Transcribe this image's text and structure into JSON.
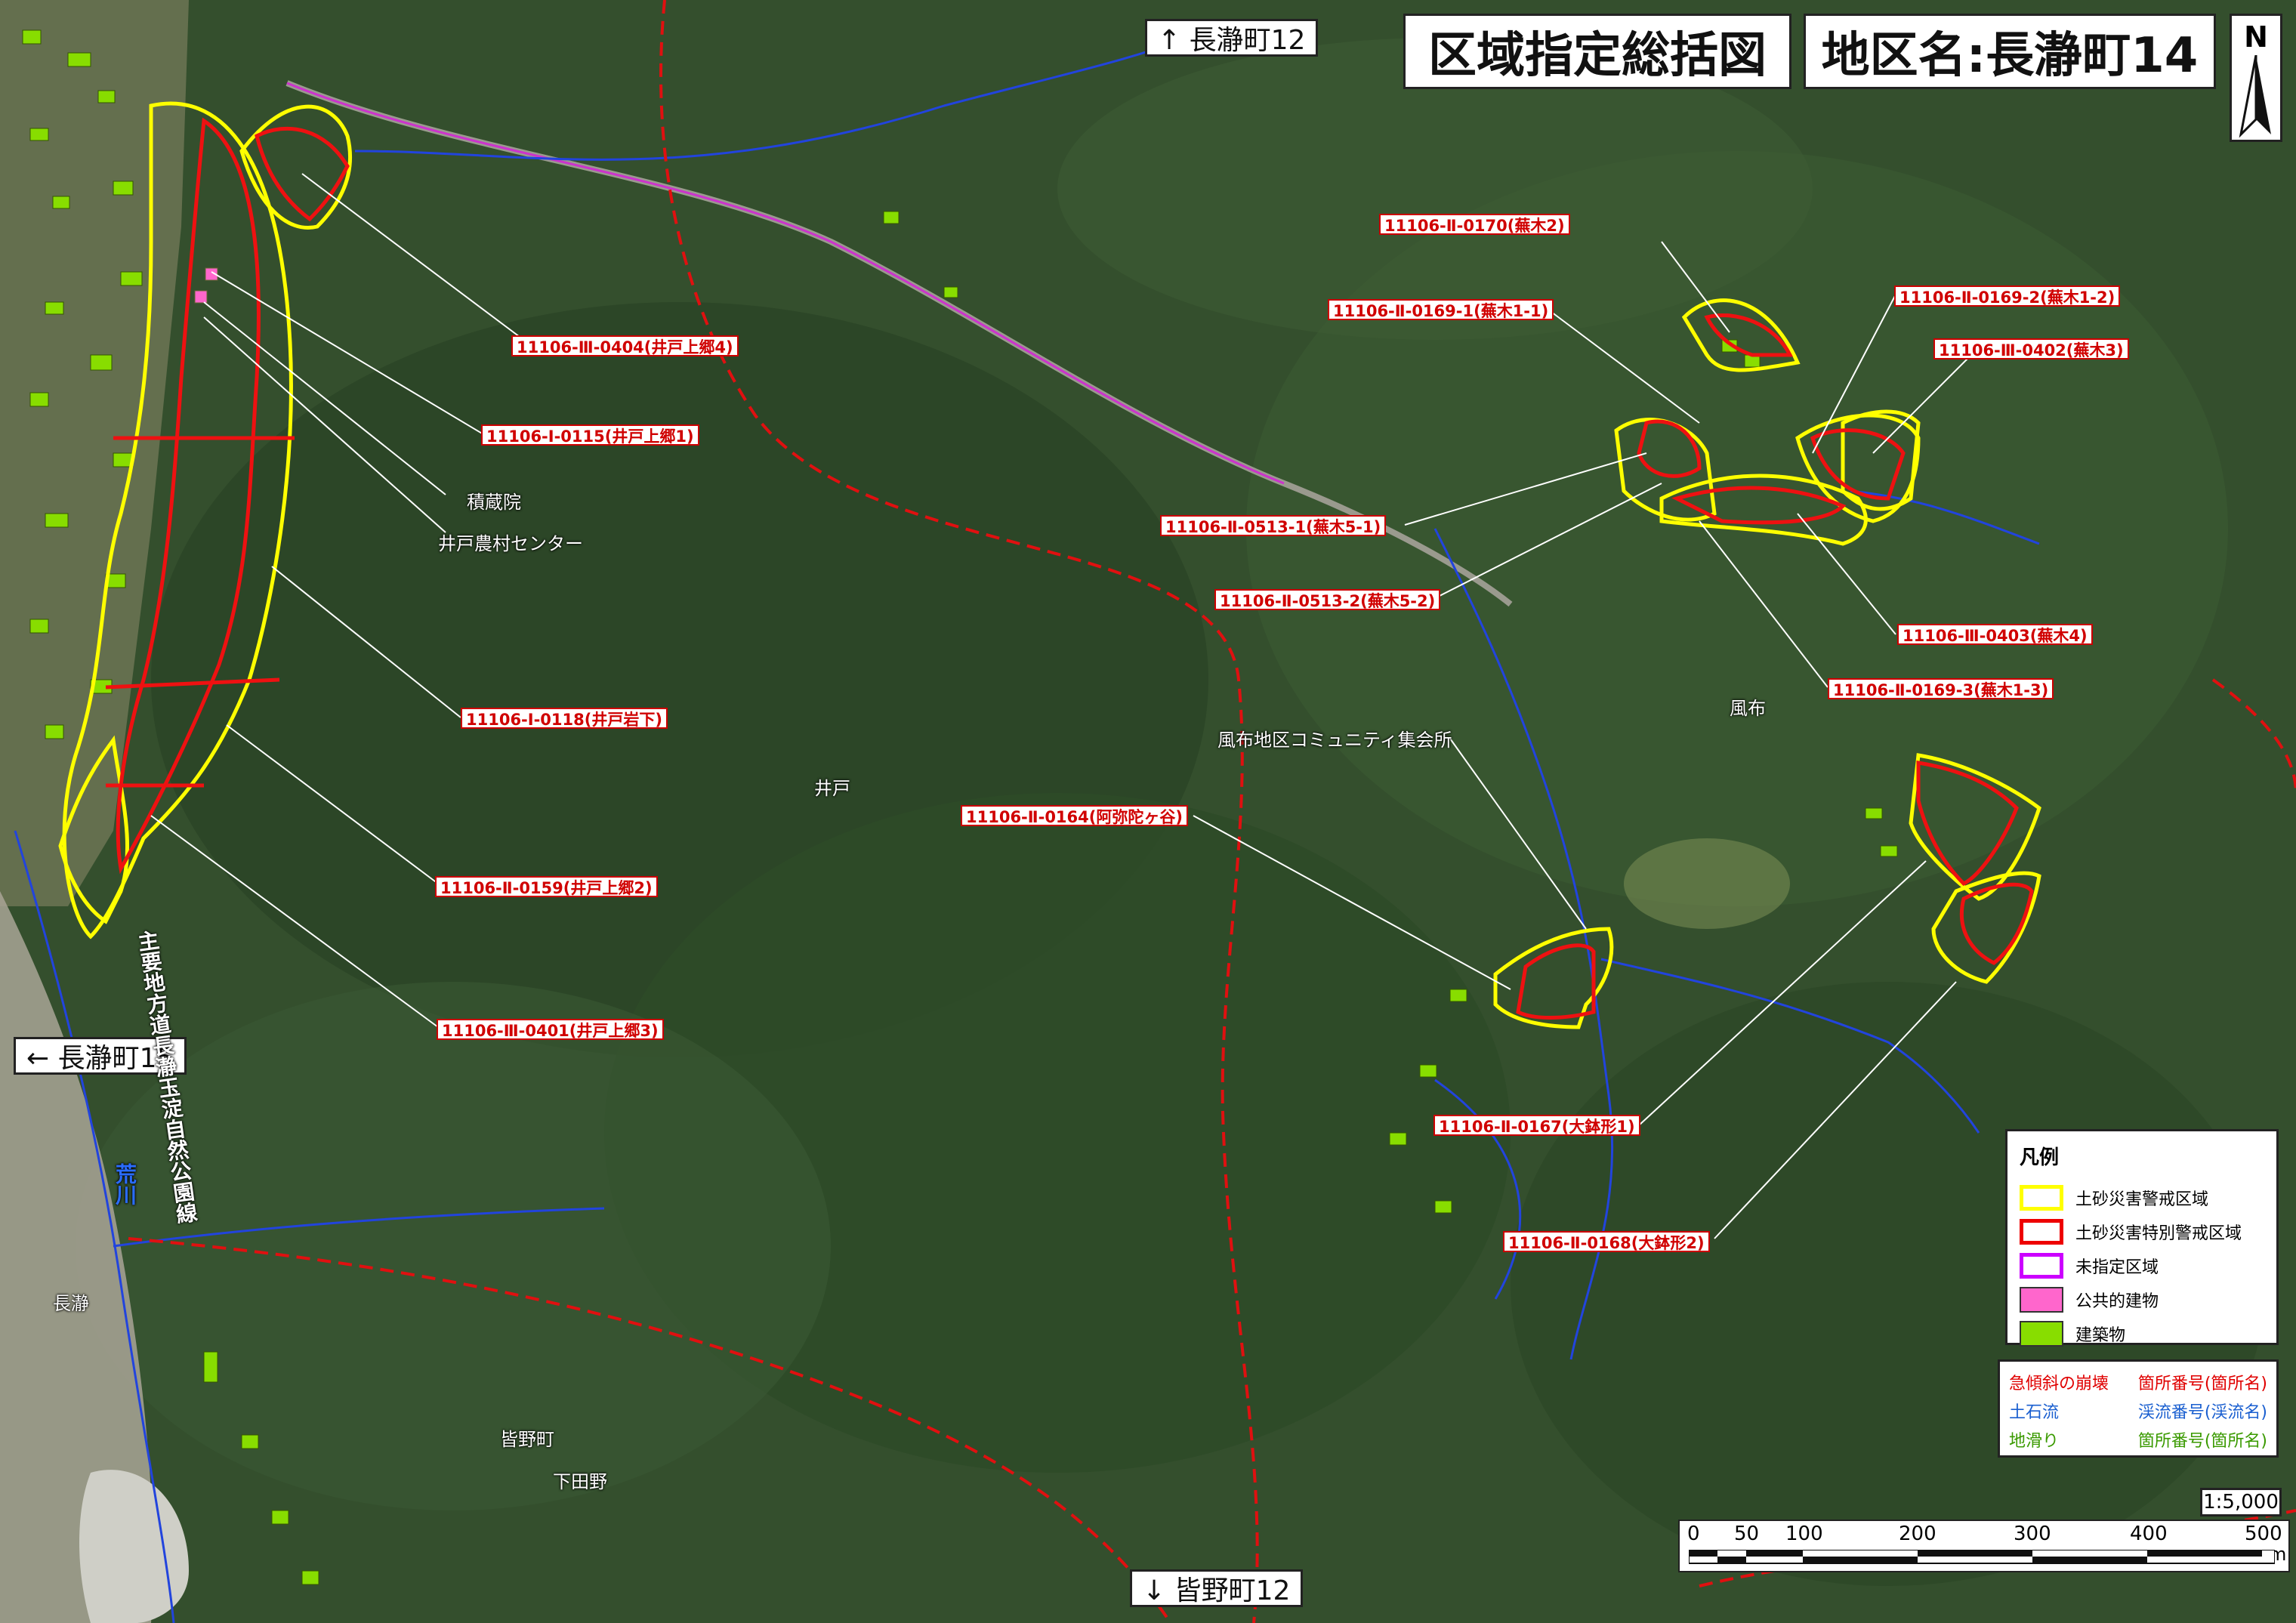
{
  "title": "区域指定総括図",
  "district": "地区名:長瀞町14",
  "north_label": "N",
  "nav": {
    "up": "↑ 長瀞町12",
    "left": "← 長瀞町15",
    "down": "↓ 皆野町12"
  },
  "site_tags": [
    "11106-Ⅲ-0404(井戸上郷4)",
    "11106-Ⅰ-0115(井戸上郷1)",
    "11106-Ⅰ-0118(井戸岩下)",
    "11106-Ⅱ-0159(井戸上郷2)",
    "11106-Ⅲ-0401(井戸上郷3)",
    "11106-Ⅱ-0170(蕪木2)",
    "11106-Ⅱ-0169-1(蕪木1-1)",
    "11106-Ⅱ-0169-2(蕪木1-2)",
    "11106-Ⅲ-0402(蕪木3)",
    "11106-Ⅱ-0513-1(蕪木5-1)",
    "11106-Ⅱ-0513-2(蕪木5-2)",
    "11106-Ⅲ-0403(蕪木4)",
    "11106-Ⅱ-0169-3(蕪木1-3)",
    "11106-Ⅱ-0164(阿弥陀ヶ谷)",
    "11106-Ⅱ-0167(大鉢形1)",
    "11106-Ⅱ-0168(大鉢形2)"
  ],
  "place_labels": [
    "積蔵院",
    "井戸農村センター",
    "風布地区コミュニティ集会所",
    "風布",
    "井戸",
    "長瀞",
    "皆野町",
    "下田野"
  ],
  "river_label": "荒川",
  "road_label": "主要地方道長瀞玉淀自然公園線",
  "legend": {
    "heading": "凡例",
    "items": [
      {
        "label": "土砂災害警戒区域",
        "color": "#ffff00",
        "style": "outline"
      },
      {
        "label": "土砂災害特別警戒区域",
        "color": "#ee0000",
        "style": "outline"
      },
      {
        "label": "未指定区域",
        "color": "#cc00ff",
        "style": "outline"
      },
      {
        "label": "公共的建物",
        "color": "#ff66cc",
        "style": "fill"
      },
      {
        "label": "建築物",
        "color": "#88dd00",
        "style": "fill"
      }
    ]
  },
  "notes": [
    {
      "left": "急傾斜の崩壊",
      "right": "箇所番号(箇所名)",
      "color": "#e00000"
    },
    {
      "left": "土石流",
      "right": "渓流番号(渓流名)",
      "color": "#1a5fd0"
    },
    {
      "left": "地滑り",
      "right": "箇所番号(箇所名)",
      "color": "#3a9a00"
    }
  ],
  "scale": {
    "ratio": "1:5,000",
    "ticks": [
      "0",
      "50",
      "100",
      "200",
      "300",
      "400",
      "500"
    ],
    "unit": "m"
  }
}
